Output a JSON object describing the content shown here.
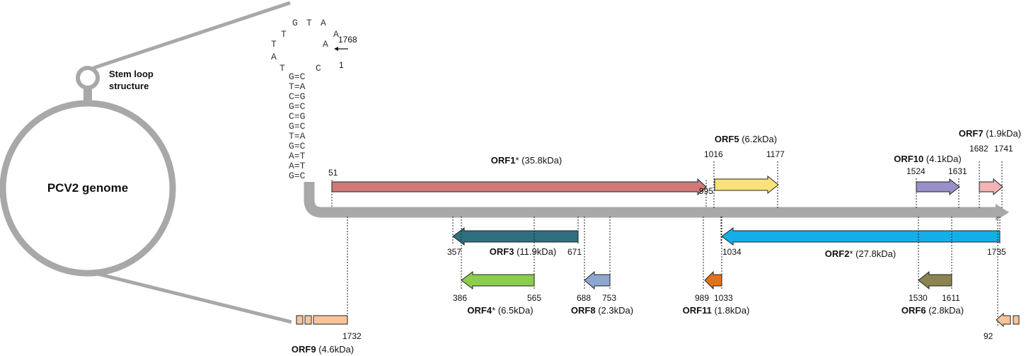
{
  "diagram": {
    "genome_label": "PCV2 genome",
    "stem_loop_label_1": "Stem loop",
    "stem_loop_label_2": "structure",
    "loop_bases": [
      "G",
      "T",
      "A",
      "T",
      "A",
      "T",
      "A",
      "A",
      "T",
      "C"
    ],
    "stem_pairs": [
      "G=C",
      "T=A",
      "C=G",
      "G=C",
      "C=G",
      "G=C",
      "T=A",
      "G=C",
      "A=T",
      "A=T",
      "G=C"
    ],
    "pos_1768": "1768",
    "pos_1": "1",
    "orfs": {
      "orf1": {
        "name": "ORF1",
        "star": "*",
        "kda": "(35.8kDa)",
        "start": "51",
        "end": "995",
        "color": "#d17878"
      },
      "orf5": {
        "name": "ORF5",
        "star": "",
        "kda": "(6.2kDa)",
        "start": "1016",
        "end": "1177",
        "color": "#f9e27a"
      },
      "orf10": {
        "name": "ORF10",
        "star": "",
        "kda": "(4.1kDa)",
        "start": "1524",
        "end": "1631",
        "color": "#9b8fca"
      },
      "orf7": {
        "name": "ORF7",
        "star": "",
        "kda": "(1.9kDa)",
        "start": "1682",
        "end": "1741",
        "color": "#f2b4b4"
      },
      "orf3": {
        "name": "ORF3",
        "star": "",
        "kda": "(11.9kDa)",
        "start": "357",
        "end": "671",
        "color": "#2e6f80"
      },
      "orf2": {
        "name": "ORF2",
        "star": "*",
        "kda": "(27.8kDa)",
        "start": "1034",
        "end": "1735",
        "color": "#14aee8"
      },
      "orf4": {
        "name": "ORF4",
        "star": "*",
        "kda": "(6.5kDa)",
        "start": "386",
        "end": "565",
        "color": "#8ccd4c"
      },
      "orf8": {
        "name": "ORF8",
        "star": "",
        "kda": "(2.3kDa)",
        "start": "688",
        "end": "753",
        "color": "#8ea7cf"
      },
      "orf11": {
        "name": "ORF11",
        "star": "",
        "kda": "(1.8kDa)",
        "start": "989",
        "end": "1033",
        "color": "#e0731a"
      },
      "orf6": {
        "name": "ORF6",
        "star": "",
        "kda": "(2.8kDa)",
        "start": "1530",
        "end": "1611",
        "color": "#8a8451"
      },
      "orf9": {
        "name": "ORF9",
        "star": "",
        "kda": "(4.6kDa)",
        "start": "92",
        "end": "1732",
        "color": "#f7c49a"
      }
    }
  }
}
